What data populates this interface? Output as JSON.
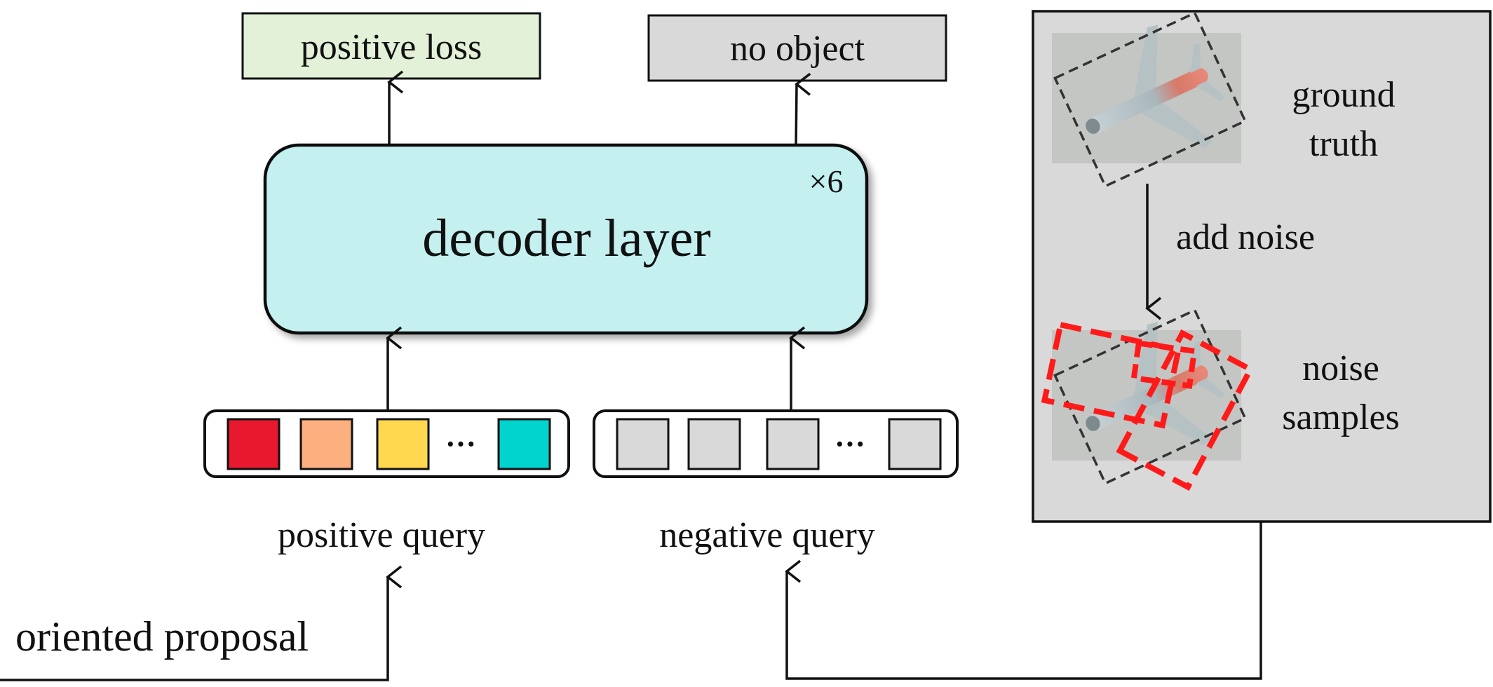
{
  "outputs": {
    "positive_loss": "positive loss",
    "no_object": "no object"
  },
  "decoder": {
    "label": "decoder layer",
    "repeat": "×6"
  },
  "queries": {
    "positive_label": "positive query",
    "negative_label": "negative query",
    "ellipsis": "···",
    "positive_colors": [
      "#e8182e",
      "#fdb07f",
      "#ffd84f",
      "#00d4cd"
    ],
    "negative_color": "#d9d9d9"
  },
  "input": {
    "label": "oriented proposal"
  },
  "noise_panel": {
    "ground_truth_line1": "ground",
    "ground_truth_line2": "truth",
    "add_noise": "add noise",
    "noise_samples_line1": "noise",
    "noise_samples_line2": "samples"
  },
  "colors": {
    "positive_loss_fill": "#e2f1d8",
    "no_object_fill": "#d9d9d9",
    "decoder_fill": "#c5f0f0",
    "panel_fill": "#d9d9d9",
    "noise_box": "#ff1a1a"
  }
}
